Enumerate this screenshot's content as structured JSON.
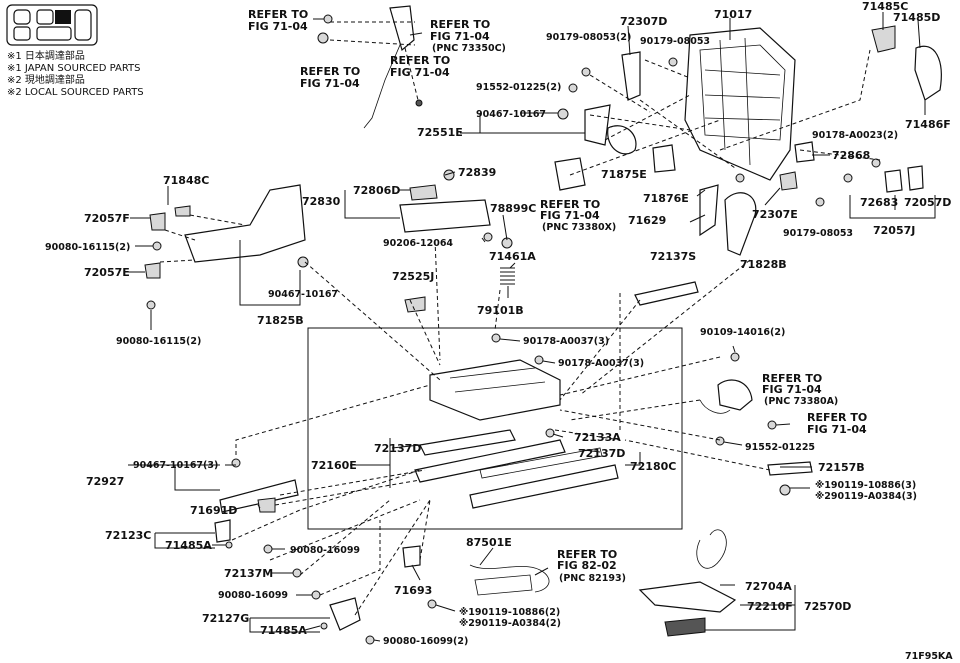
{
  "legend": {
    "icon_name": "seat-layout-icon",
    "note_1_jp": "※1 日本調達部品",
    "note_1_en": "※1 JAPAN SOURCED PARTS",
    "note_2_jp": "※2 現地調達部品",
    "note_2_en": "※2 LOCAL SOURCED PARTS"
  },
  "figure_code": "71F95KA",
  "labels": {
    "refer_a1": "REFER TO",
    "refer_a2": "FIG 71-04",
    "refer_b1": "REFER TO",
    "refer_b2": "FIG 71-04",
    "refer_b3": "(PNC 73350C)",
    "refer_c1": "REFER TO",
    "refer_c2": "FIG 71-04",
    "refer_d1": "REFER TO",
    "refer_d2": "FIG 71-04",
    "p72307D": "72307D",
    "p71017": "71017",
    "p71485C_top": "71485C",
    "p71485D": "71485D",
    "p90179_08053_2": "90179-08053(2)",
    "p90179_08053": "90179-08053",
    "p91552_01225_2": "91552-01225(2)",
    "p90467_10167_top": "90467-10167",
    "p72551E": "72551E",
    "p71486F": "71486F",
    "p90178_A0023_2": "90178-A0023(2)",
    "p72868": "72868",
    "p71848C": "71848C",
    "p72057F": "72057F",
    "p90080_16115_2a": "90080-16115(2)",
    "p72057E": "72057E",
    "p90080_16115_2b": "90080-16115(2)",
    "p72806D": "72806D",
    "p72839": "72839",
    "p72830": "72830",
    "p90206_12064": "90206-12064",
    "p78899C": "78899C",
    "p71461A": "71461A",
    "refer_e1": "REFER TO",
    "refer_e2": "FIG 71-04",
    "refer_e3": "(PNC 73380X)",
    "p71875E": "71875E",
    "p71876E": "71876E",
    "p71629": "71629",
    "p72307E": "72307E",
    "p90179_08053_b": "90179-08053",
    "p71828B": "71828B",
    "p72683": "72683",
    "p72057D": "72057D",
    "p72057J": "72057J",
    "p90467_10167_mid": "90467-10167",
    "p71825B": "71825B",
    "p72525J": "72525J",
    "p79101B": "79101B",
    "p72137S": "72137S",
    "p90178_A0037_3a": "90178-A0037(3)",
    "p90178_A0037_3b": "90178-A0037(3)",
    "p90109_14016_2": "90109-14016(2)",
    "refer_f1": "REFER TO",
    "refer_f2": "FIG 71-04",
    "refer_f3": "(PNC 73380A)",
    "refer_g1": "REFER TO",
    "refer_g2": "FIG 71-04",
    "p72133A": "72133A",
    "p91552_01225": "91552-01225",
    "p72137D_a": "72137D",
    "p72160E": "72160E",
    "p72137D_b": "72137D",
    "p72180C": "72180C",
    "p90467_10167_3": "90467-10167(3)",
    "p72927": "72927",
    "p71691D": "71691D",
    "p72157B": "72157B",
    "p90119_10886_3": "※190119-10886(3)",
    "p90119_A0384_3": "※290119-A0384(3)",
    "p72123C": "72123C",
    "p71485A_a": "71485A",
    "p90080_16099_a": "90080-16099",
    "p87501E": "87501E",
    "refer_h1": "REFER TO",
    "refer_h2": "FIG 82-02",
    "refer_h3": "(PNC 82193)",
    "p72137M": "72137M",
    "p90080_16099_b": "90080-16099",
    "p71693": "71693",
    "p90119_10886_2": "※190119-10886(2)",
    "p90119_A0384_2": "※290119-A0384(2)",
    "p72127G": "72127G",
    "p71485A_b": "71485A",
    "p90080_16099_2": "90080-16099(2)",
    "p72704A": "72704A",
    "p72210F": "72210F",
    "p72570D": "72570D"
  }
}
